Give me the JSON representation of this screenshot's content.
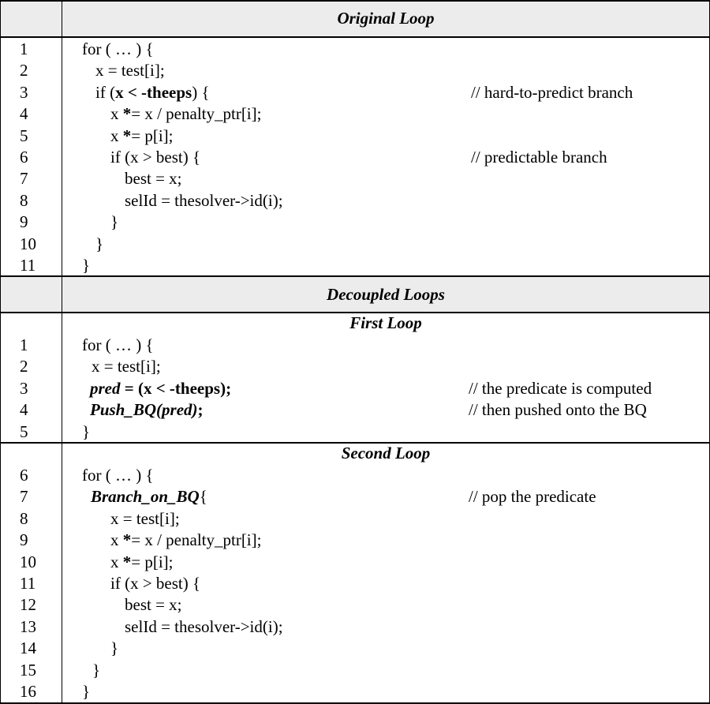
{
  "headers": {
    "original": "Original Loop",
    "decoupled": "Decoupled Loops",
    "first": "First Loop",
    "second": "Second Loop"
  },
  "original_loop": [
    {
      "n": "1",
      "segs": [
        {
          "t": "for ( … ) {"
        }
      ],
      "comment": ""
    },
    {
      "n": "2",
      "segs": [
        {
          "t": "x = test[i];"
        }
      ],
      "comment": ""
    },
    {
      "n": "3",
      "segs": [
        {
          "t": "if ("
        },
        {
          "t": "x < -theeps",
          "s": "b"
        },
        {
          "t": ") {"
        }
      ],
      "comment": "// hard-to-predict branch"
    },
    {
      "n": "4",
      "segs": [
        {
          "t": "x "
        },
        {
          "t": "*",
          "s": "b"
        },
        {
          "t": "= x / penalty_ptr[i];"
        }
      ],
      "comment": ""
    },
    {
      "n": "5",
      "segs": [
        {
          "t": "x "
        },
        {
          "t": "*",
          "s": "b"
        },
        {
          "t": "= p[i];"
        }
      ],
      "comment": ""
    },
    {
      "n": "6",
      "segs": [
        {
          "t": "if (x > best) {"
        }
      ],
      "comment": "// predictable branch"
    },
    {
      "n": "7",
      "segs": [
        {
          "t": "best = x;"
        }
      ],
      "comment": ""
    },
    {
      "n": "8",
      "segs": [
        {
          "t": "selId = thesolver->id(i);"
        }
      ],
      "comment": ""
    },
    {
      "n": "9",
      "segs": [
        {
          "t": "}"
        }
      ],
      "comment": ""
    },
    {
      "n": "10",
      "segs": [
        {
          "t": "}"
        }
      ],
      "comment": ""
    },
    {
      "n": "11",
      "segs": [
        {
          "t": "}"
        }
      ],
      "comment": ""
    }
  ],
  "first_loop": [
    {
      "n": "1",
      "segs": [
        {
          "t": "for ( … ) {"
        }
      ],
      "comment": ""
    },
    {
      "n": "2",
      "segs": [
        {
          "t": "x = test[i];"
        }
      ],
      "comment": ""
    },
    {
      "n": "3",
      "segs": [
        {
          "t": "pred",
          "s": "bi"
        },
        {
          "t": " = (x < -theeps);",
          "s": "b"
        }
      ],
      "comment": "// the predicate is computed"
    },
    {
      "n": "4",
      "segs": [
        {
          "t": "Push_BQ(pred)",
          "s": "bi"
        },
        {
          "t": ";",
          "s": "b"
        }
      ],
      "comment": "// then pushed onto the BQ"
    },
    {
      "n": "5",
      "segs": [
        {
          "t": "}"
        }
      ],
      "comment": ""
    }
  ],
  "second_loop": [
    {
      "n": "6",
      "segs": [
        {
          "t": "for ( … ) {"
        }
      ],
      "comment": ""
    },
    {
      "n": "7",
      "segs": [
        {
          "t": "Branch_on_BQ",
          "s": "bi"
        },
        {
          "t": "{"
        }
      ],
      "comment": "// pop the predicate"
    },
    {
      "n": "8",
      "segs": [
        {
          "t": "x = test[i];"
        }
      ],
      "comment": ""
    },
    {
      "n": "9",
      "segs": [
        {
          "t": "x "
        },
        {
          "t": "*",
          "s": "b"
        },
        {
          "t": "= x / penalty_ptr[i];"
        }
      ],
      "comment": ""
    },
    {
      "n": "10",
      "segs": [
        {
          "t": "x "
        },
        {
          "t": "*",
          "s": "b"
        },
        {
          "t": "= p[i];"
        }
      ],
      "comment": ""
    },
    {
      "n": "11",
      "segs": [
        {
          "t": "if (x > best) {"
        }
      ],
      "comment": ""
    },
    {
      "n": "12",
      "segs": [
        {
          "t": "best = x;"
        }
      ],
      "comment": ""
    },
    {
      "n": "13",
      "segs": [
        {
          "t": "selId = thesolver->id(i);"
        }
      ],
      "comment": ""
    },
    {
      "n": "14",
      "segs": [
        {
          "t": "}"
        }
      ],
      "comment": ""
    },
    {
      "n": "15",
      "segs": [
        {
          "t": "}"
        }
      ],
      "comment": ""
    },
    {
      "n": "16",
      "segs": [
        {
          "t": "}"
        }
      ],
      "comment": ""
    }
  ]
}
